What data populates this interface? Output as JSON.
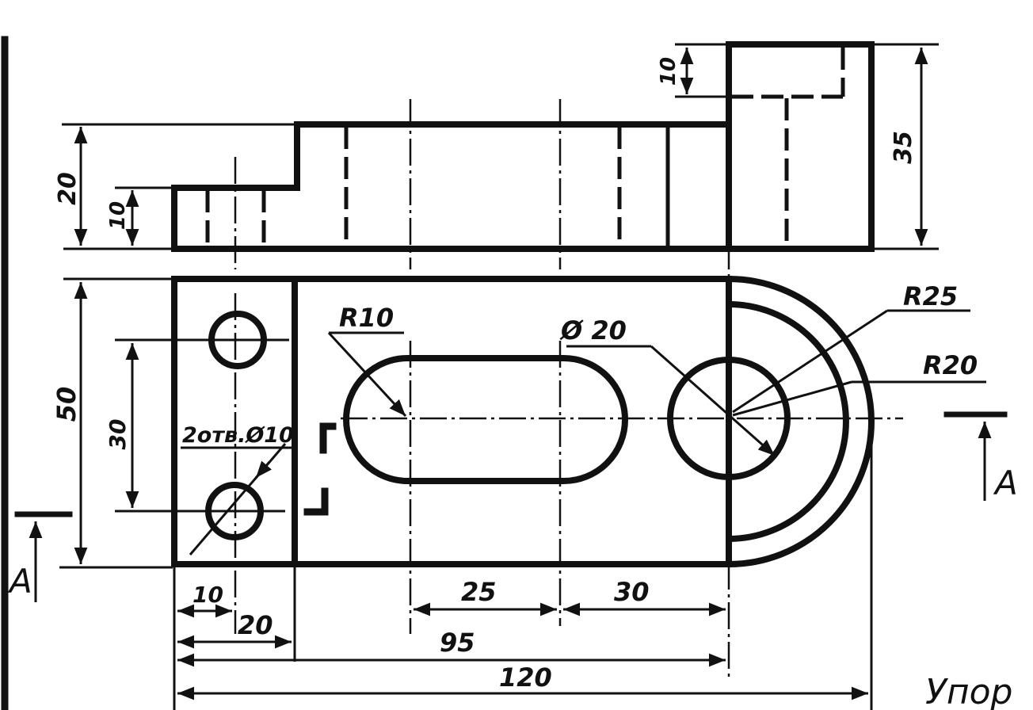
{
  "title": "Упор",
  "section_label": "A",
  "dimensions": {
    "d20_front": "20",
    "d10_front_step": "10",
    "d10_top": "10",
    "d35": "35",
    "d50": "50",
    "d30_holes": "30",
    "holes_note": "2отв.Ø10",
    "r10": "R10",
    "dia20": "Ø 20",
    "r25": "R25",
    "r20": "R20",
    "d10_bottom": "10",
    "d20_bottom": "20",
    "d25": "25",
    "d30_bottom": "30",
    "d95": "95",
    "d120": "120"
  }
}
